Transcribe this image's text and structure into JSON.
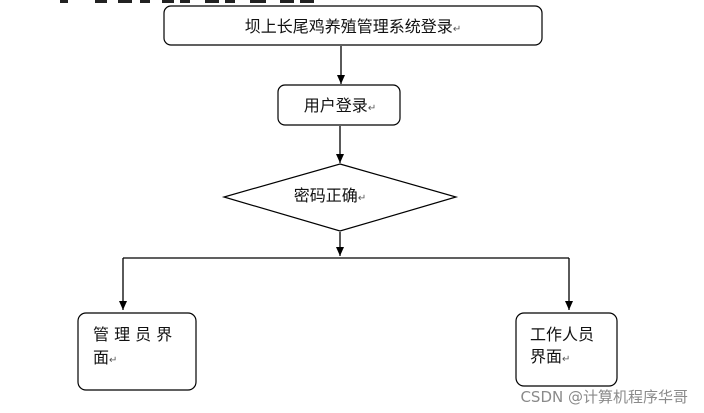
{
  "diagram": {
    "nodes": {
      "system_login": {
        "text": "坝上长尾鸡养殖管理系统登录"
      },
      "user_login": {
        "text": "用户登录"
      },
      "password_check": {
        "text": "密码正确"
      },
      "admin_ui": {
        "line1": "管 理 员 界",
        "line2": "面"
      },
      "worker_ui": {
        "line1": "工作人员",
        "line2": "界面"
      }
    },
    "mark": "↵"
  },
  "watermark": "CSDN @计算机程序华哥"
}
